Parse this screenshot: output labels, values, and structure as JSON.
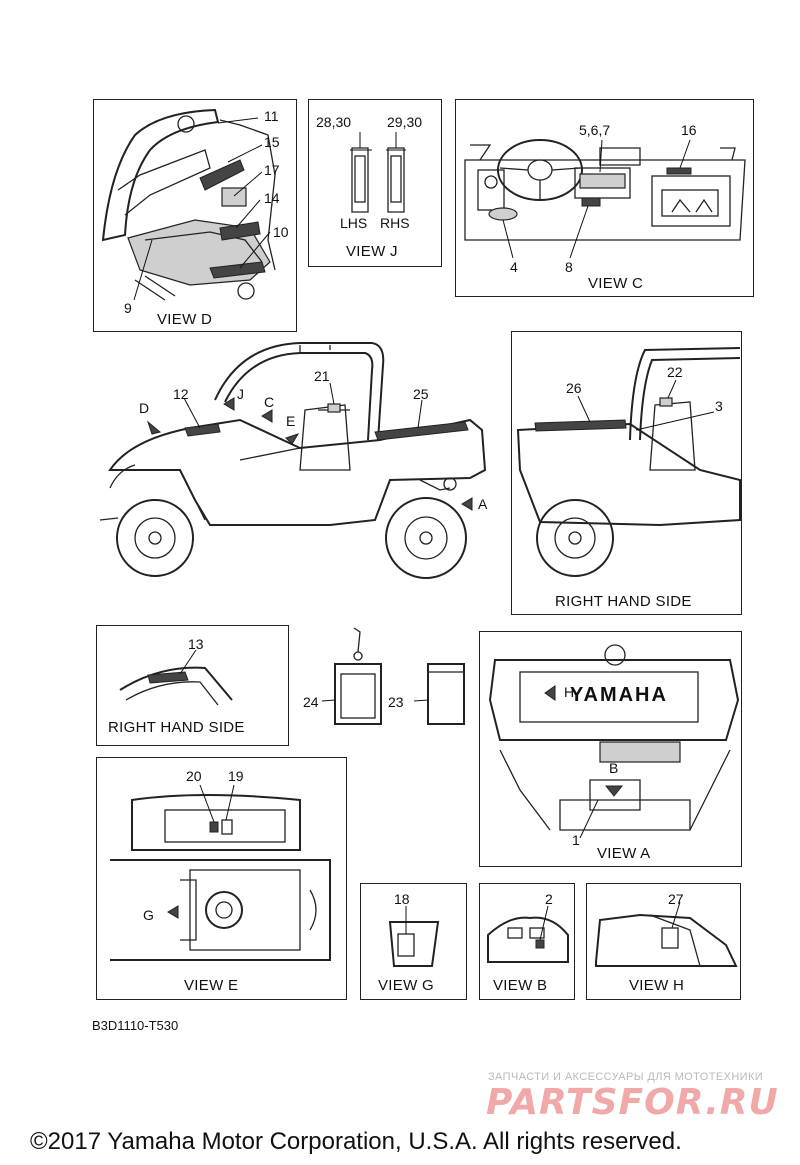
{
  "diagram": {
    "part_number": "B3D1110-T530",
    "copyright": "©2017 Yamaha Motor Corporation, U.S.A. All rights reserved.",
    "watermark": {
      "subtitle": "ЗАПЧАСТИ И АКСЕССУАРЫ ДЛЯ МОТОТЕХНИКИ",
      "logo": "PARTSFOR.RU"
    },
    "views": {
      "view_d": {
        "title": "VIEW D",
        "callouts": [
          "11",
          "15",
          "17",
          "14",
          "10",
          "9"
        ]
      },
      "view_j": {
        "title": "VIEW J",
        "callouts": [
          "28,30",
          "29,30"
        ],
        "sides": [
          "LHS",
          "RHS"
        ]
      },
      "view_c": {
        "title": "VIEW C",
        "callouts": [
          "5,6,7",
          "16",
          "4",
          "8"
        ]
      },
      "main_left": {
        "callouts": [
          "21",
          "25",
          "12",
          "D",
          "J",
          "C",
          "E",
          "A"
        ]
      },
      "right_hand_side": {
        "title": "RIGHT HAND SIDE",
        "callouts": [
          "26",
          "22",
          "3"
        ]
      },
      "rhs_small": {
        "title": "RIGHT HAND SIDE",
        "callouts": [
          "13"
        ]
      },
      "tags": {
        "callouts": [
          "24",
          "23"
        ]
      },
      "view_a": {
        "title": "VIEW A",
        "callouts": [
          "H",
          "B",
          "1"
        ],
        "brand": "YAMAHA"
      },
      "view_e": {
        "title": "VIEW E",
        "callouts": [
          "20",
          "19",
          "G"
        ]
      },
      "view_g": {
        "title": "VIEW G",
        "callouts": [
          "18"
        ]
      },
      "view_b": {
        "title": "VIEW B",
        "callouts": [
          "2"
        ]
      },
      "view_h": {
        "title": "VIEW H",
        "callouts": [
          "27"
        ]
      }
    }
  }
}
